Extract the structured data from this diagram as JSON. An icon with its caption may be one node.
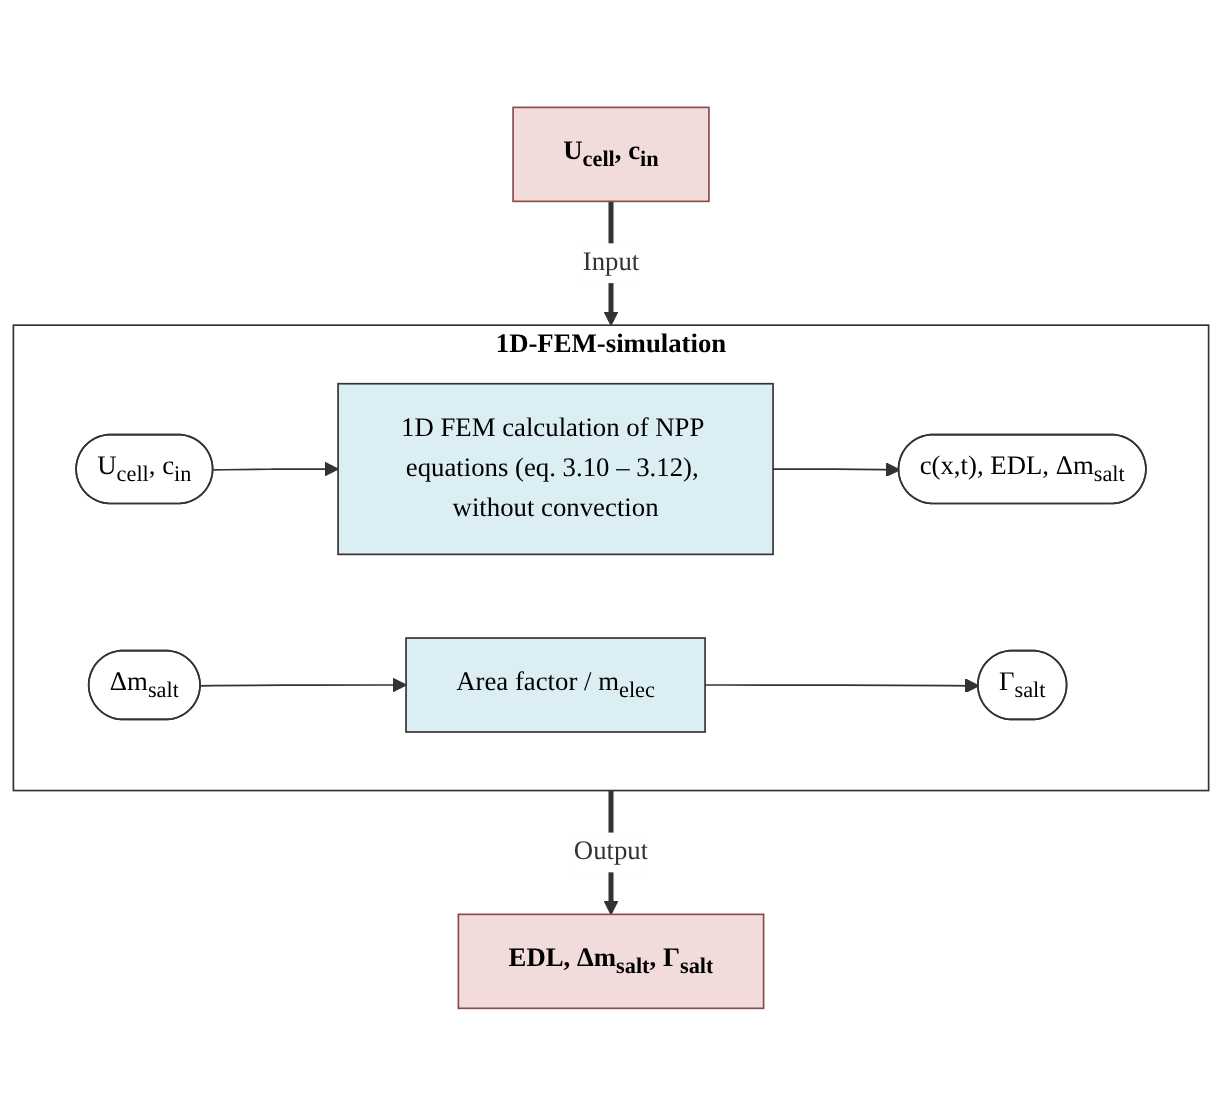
{
  "diagram": {
    "nodes": [
      {
        "text": [
          "U$_{cell}$, c$_{in}$"
        ]
      },
      {
        "text": [
          "1D-FEM-simulation"
        ]
      },
      {
        "text": [
          "U$_{cell}$, c$_{in}$"
        ],
        "in": 1
      },
      {
        "text": [
          "1D FEM calculation of NPP equations (eq. 3.10 – 3.12), without convection"
        ],
        "in": 1
      },
      {
        "text": [
          "c(x,t), EDL, Δm$_{salt}$"
        ],
        "in": 1
      },
      {
        "text": [
          "Δm$_{salt}$"
        ],
        "in": 1
      },
      {
        "text": [
          "Area factor / m$_{elec}$"
        ],
        "in": 1
      },
      {
        "text": [
          "Γ$_{salt}$"
        ],
        "in": 1
      },
      {
        "text": [
          "EDL, Δm$_{salt}$, Γ$_{salt}$"
        ]
      }
    ],
    "edges": [
      {
        "from": 0,
        "to": 1,
        "arrow": "to",
        "label": "Input",
        "style": "thick"
      },
      {
        "from": 2,
        "to": 3,
        "arrow": "to"
      },
      {
        "from": 3,
        "to": 4,
        "arrow": "to"
      },
      {
        "from": 5,
        "to": 6,
        "arrow": "to"
      },
      {
        "from": 6,
        "to": 7,
        "arrow": "to"
      },
      {
        "from": 1,
        "to": 8,
        "arrow": "to",
        "label": "Output",
        "style": "thick"
      }
    ]
  }
}
